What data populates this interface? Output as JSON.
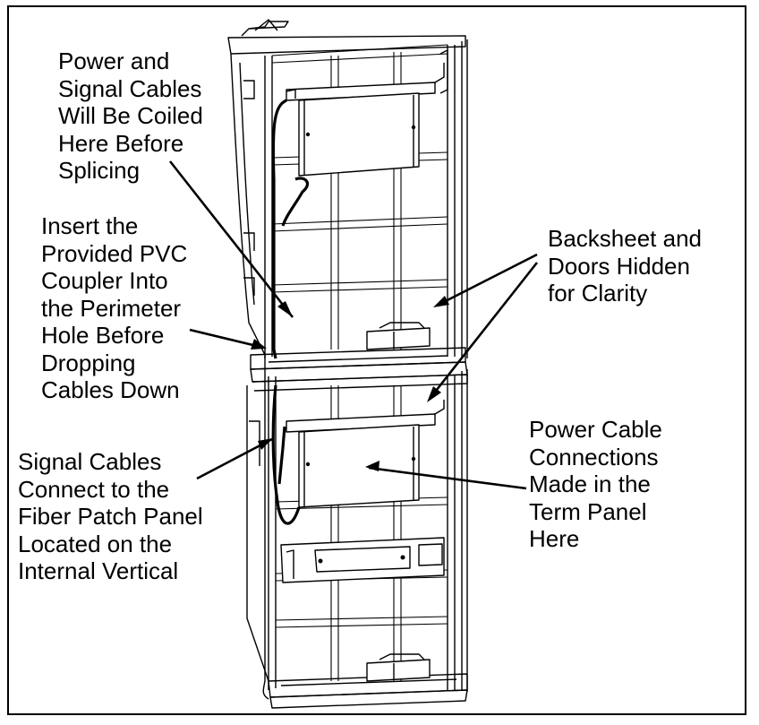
{
  "callouts": {
    "coil": [
      "Power and",
      "Signal Cables",
      "Will Be Coiled",
      "Here Before",
      "Splicing"
    ],
    "coupler": [
      "Insert the",
      "Provided PVC",
      "Coupler Into",
      "the Perimeter",
      "Hole Before",
      "Dropping",
      "Cables Down"
    ],
    "signal": [
      "Signal Cables",
      "Connect to the",
      "Fiber Patch Panel",
      "Located on the",
      "Internal Vertical"
    ],
    "backsheet": [
      "Backsheet and",
      "Doors Hidden",
      "for Clarity"
    ],
    "power": [
      "Power Cable",
      "Connections",
      "Made in the",
      "Term Panel",
      "Here"
    ]
  },
  "colors": {
    "line": "#000000",
    "background": "#ffffff",
    "shade": "#e6e6e6"
  }
}
